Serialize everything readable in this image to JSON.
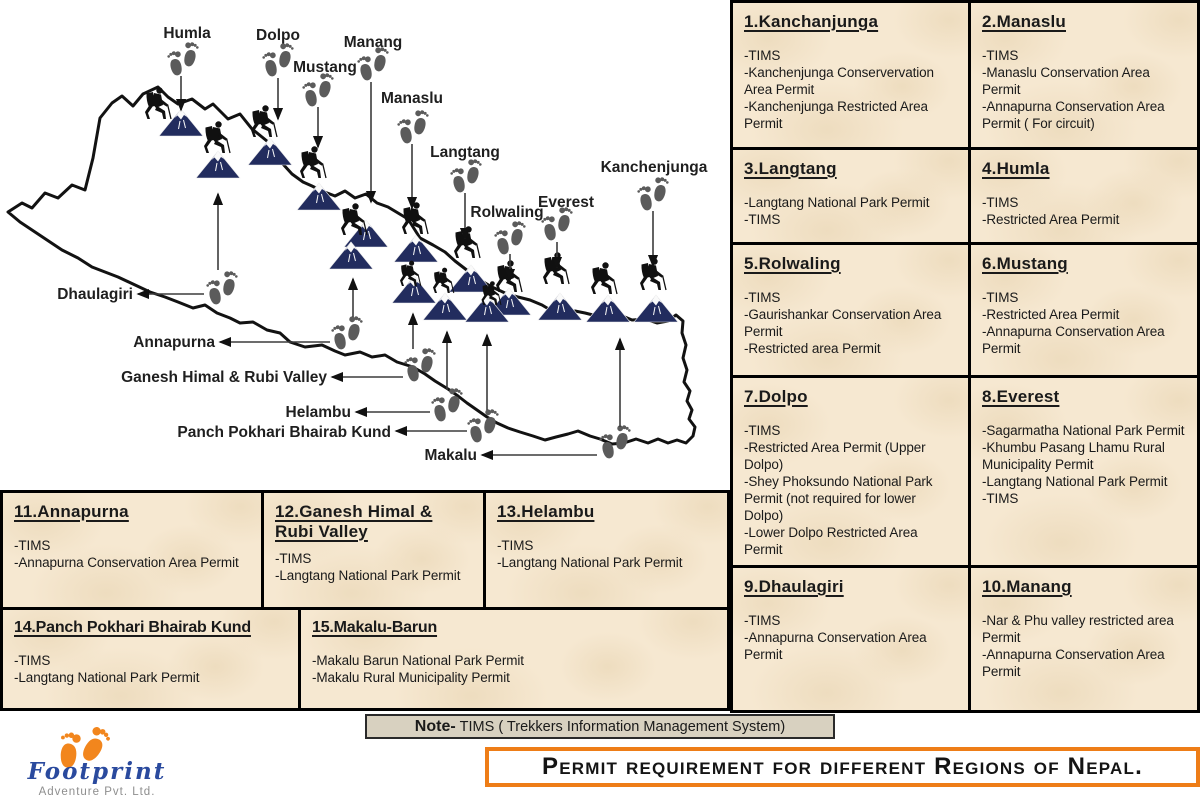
{
  "title": "Permit requirement for different Regions of Nepal.",
  "note": {
    "prefix": "Note-",
    "text": "TIMS ( Trekkers Information Management System)"
  },
  "logo": {
    "name": "Footprint",
    "subtitle": "Adventure Pvt. Ltd."
  },
  "colors": {
    "card-bg": "#f6e8d1",
    "note-bg": "#d8d1c0",
    "title-border": "#ee7d17",
    "mtn": "#222c5e",
    "fp": "#5b5b5b",
    "logo-orange": "#f2861d",
    "logo-blue": "#2a4a9e"
  },
  "map": {
    "labels": {
      "humla": "Humla",
      "dolpo": "Dolpo",
      "mustang": "Mustang",
      "manang": "Manang",
      "manaslu": "Manaslu",
      "langtang": "Langtang",
      "kanchenjunga": "Kanchenjunga",
      "rolwaling": "Rolwaling",
      "everest": "Everest",
      "dhaulagiri": "Dhaulagiri",
      "annapurna": "Annapurna",
      "ganesh": "Ganesh Himal & Rubi Valley",
      "helambu": "Helambu",
      "panch": "Panch Pokhari Bhairab Kund",
      "makalu": "Makalu"
    }
  },
  "cards": [
    {
      "title": "1.Kanchanjunga",
      "items": [
        "-TIMS",
        "-Kanchenjunga Conservervation Area Permit",
        "-Kanchenjunga Restricted Area Permit"
      ]
    },
    {
      "title": "2.Manaslu",
      "items": [
        "-TIMS",
        "-Manaslu Conservation Area Permit",
        "-Annapurna Conservation Area Permit ( For circuit)"
      ]
    },
    {
      "title": "3.Langtang",
      "items": [
        "-Langtang National Park Permit",
        "-TIMS"
      ]
    },
    {
      "title": "4.Humla",
      "items": [
        "-TIMS",
        "-Restricted Area Permit"
      ]
    },
    {
      "title": "5.Rolwaling",
      "items": [
        "-TIMS",
        "-Gaurishankar Conservation Area Permit",
        "-Restricted area Permit"
      ]
    },
    {
      "title": "6.Mustang",
      "items": [
        "-TIMS",
        "-Restricted Area Permit",
        "-Annapurna Conservation Area Permit"
      ]
    },
    {
      "title": "7.Dolpo",
      "items": [
        "-TIMS",
        "-Restricted Area Permit (Upper Dolpo)",
        "-Shey Phoksundo National Park Permit (not required for lower Dolpo)",
        "-Lower Dolpo Restricted Area Permit"
      ]
    },
    {
      "title": "8.Everest",
      "items": [
        "-Sagarmatha National Park Permit",
        "-Khumbu Pasang Lhamu Rural Municipality Permit",
        "-Langtang National Park Permit",
        "-TIMS"
      ]
    },
    {
      "title": "9.Dhaulagiri",
      "items": [
        "-TIMS",
        "-Annapurna Conservation Area Permit"
      ]
    },
    {
      "title": "10.Manang",
      "items": [
        "-Nar & Phu valley restricted area Permit",
        "-Annapurna Conservation Area Permit"
      ]
    },
    {
      "title": "11.Annapurna",
      "items": [
        "-TIMS",
        "-Annapurna Conservation Area Permit"
      ]
    },
    {
      "title": "12.Ganesh Himal & Rubi Valley",
      "items": [
        "-TIMS",
        "-Langtang National Park Permit"
      ]
    },
    {
      "title": "13.Helambu",
      "items": [
        "-TIMS",
        "-Langtang National Park Permit"
      ]
    },
    {
      "title": "14.Panch Pokhari Bhairab Kund",
      "items": [
        "-TIMS",
        "-Langtang National Park Permit"
      ]
    },
    {
      "title": "15.Makalu-Barun",
      "items": [
        "-Makalu Barun National Park Permit",
        "-Makalu Rural Municipality Permit"
      ]
    }
  ]
}
